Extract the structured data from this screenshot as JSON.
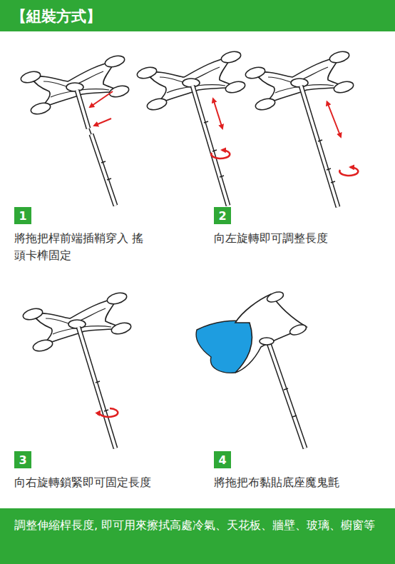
{
  "diagram": {
    "title": "【組裝方式】",
    "nodes": [
      {
        "text": [
          "1"
        ]
      },
      {
        "text": [
          "2"
        ]
      },
      {
        "text": [
          "3"
        ]
      },
      {
        "text": [
          "4"
        ]
      },
      {
        "text": [
          "調整伸縮桿長度, 即可用來擦拭高處冷氣、天花板、牆壁、玻璃、櫥窗等"
        ]
      }
    ],
    "edges": [],
    "labels": [
      "將拖把桿前端插鞘穿入 搖頭卡榫固定",
      "向左旋轉即可調整長度",
      "向右旋轉鎖緊即可固定長度",
      "將拖把布黏貼底座魔鬼氈"
    ]
  }
}
